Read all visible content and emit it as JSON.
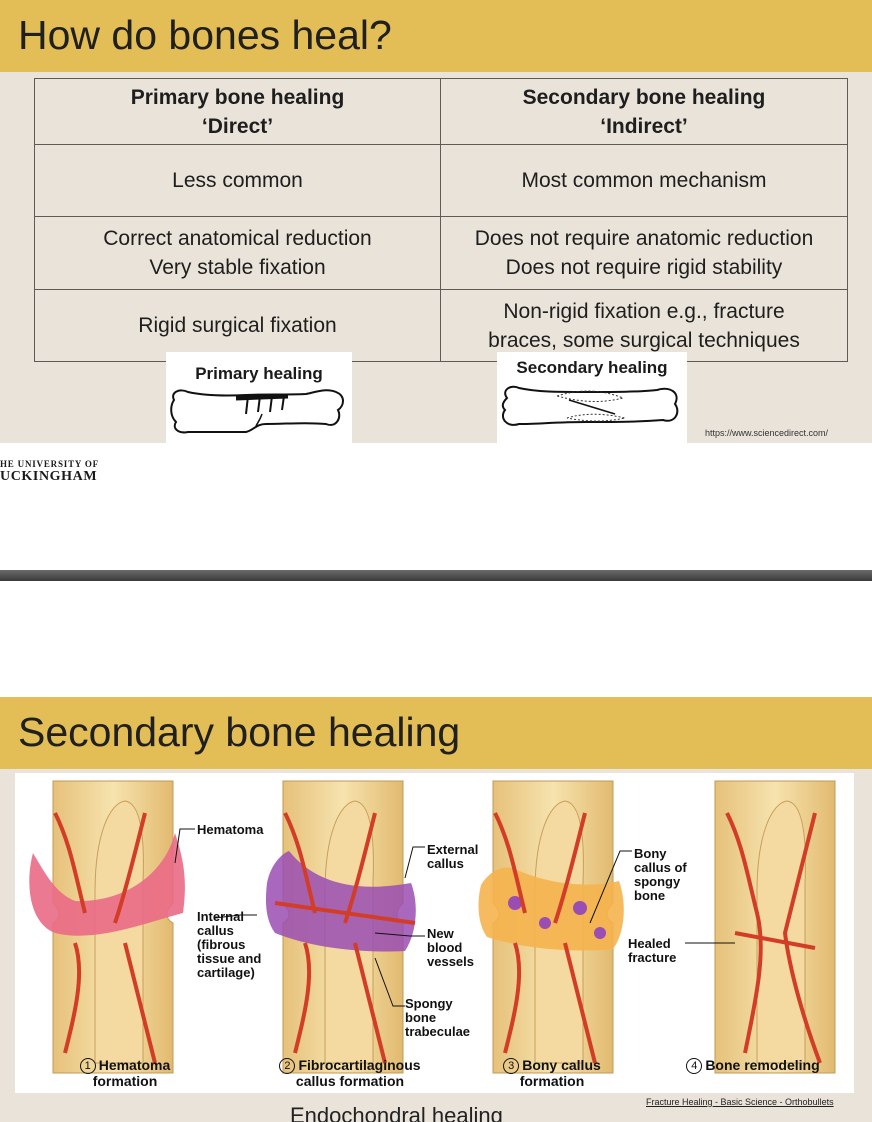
{
  "slide1": {
    "title": "How do bones heal?",
    "table": {
      "headers": [
        {
          "line1": "Primary bone healing",
          "line2": "‘Direct’"
        },
        {
          "line1": "Secondary bone healing",
          "line2": "‘Indirect’"
        }
      ],
      "rows": [
        [
          [
            "Less common"
          ],
          [
            "Most common mechanism"
          ]
        ],
        [
          [
            "Correct anatomical reduction",
            "Very stable fixation"
          ],
          [
            "Does not require anatomic reduction",
            "Does not require rigid stability"
          ]
        ],
        [
          [
            "Rigid surgical fixation"
          ],
          [
            "Non-rigid fixation e.g., fracture",
            "braces, some surgical techniques"
          ]
        ]
      ]
    },
    "primary_caption": "Primary healing",
    "secondary_caption": "Secondary healing",
    "source": "https://www.sciencedirect.com/",
    "university_line1": "HE UNIVERSITY OF",
    "university_line2": "UCKINGHAM"
  },
  "slide2": {
    "title": "Secondary bone healing",
    "labels": {
      "hematoma": "Hematoma",
      "internal_callus": "Internal\ncallus\n(fibrous\ntissue and\ncartilage)",
      "external_callus": "External\ncallus",
      "new_blood_vessels": "New\nblood\nvessels",
      "spongy_bone": "Spongy\nbone\ntrabeculae",
      "bony_callus": "Bony\ncallus of\nspongy\nbone",
      "healed_fracture": "Healed\nfracture"
    },
    "steps": [
      {
        "num": "1",
        "text": "Hematoma\nformation"
      },
      {
        "num": "2",
        "text": "Fibrocartilaginous\ncallus formation"
      },
      {
        "num": "3",
        "text": "Bony callus\nformation"
      },
      {
        "num": "4",
        "text": "Bone remodeling"
      }
    ],
    "source": "Fracture Healing - Basic Science - Orthobullets",
    "caption": "Endochondral healing"
  },
  "colors": {
    "header_gold": "#e3bd55",
    "slide_bg": "#e9e3da",
    "bone": "#f0d596",
    "vessel": "#d8402a",
    "hematoma": "#e9657f",
    "fibro": "#9a4db3"
  }
}
